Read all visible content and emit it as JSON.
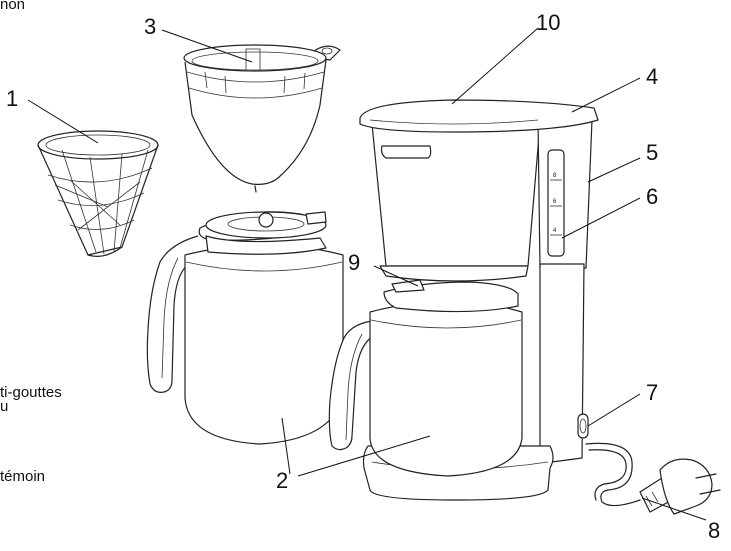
{
  "labels": {
    "n1": "1",
    "n2": "2",
    "n3": "3",
    "n4": "4",
    "n5": "5",
    "n6": "6",
    "n7": "7",
    "n8": "8",
    "n9": "9",
    "n10": "10"
  },
  "fragments": {
    "top_left": "non",
    "side_1": "ti-gouttes",
    "side_2": "u",
    "side_3": "témoin"
  },
  "window_marks": {
    "top": "8",
    "mid": "6",
    "low": "4"
  }
}
